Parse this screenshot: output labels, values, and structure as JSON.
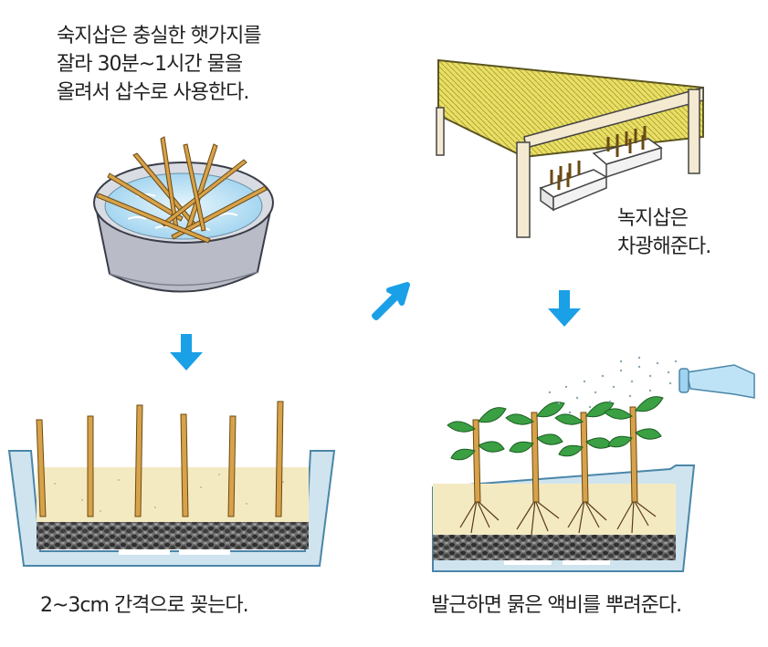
{
  "steps": {
    "step1": {
      "caption": "숙지삽은 충실한 햇가지를\n잘라 30분~1시간 물을\n올려서 삽수로 사용한다."
    },
    "step2": {
      "caption": "녹지삽은\n차광해준다."
    },
    "step3": {
      "caption": "2~3cm 간격으로 꽂는다."
    },
    "step4": {
      "caption": "발근하면 묽은 액비를 뿌려준다."
    }
  },
  "colors": {
    "arrow": "#1aa0e6",
    "soil": "#f4eac2",
    "gravel": "#4a4a4a",
    "tray": "#cfe4ef",
    "tray_stroke": "#4a86a8",
    "water": "#bfe3f6",
    "bowl": "#b9bcc6",
    "cutting": "#d7a24a",
    "leaf": "#3aa043",
    "shade": "#e7dc5c",
    "wood": "#f4ead2"
  }
}
